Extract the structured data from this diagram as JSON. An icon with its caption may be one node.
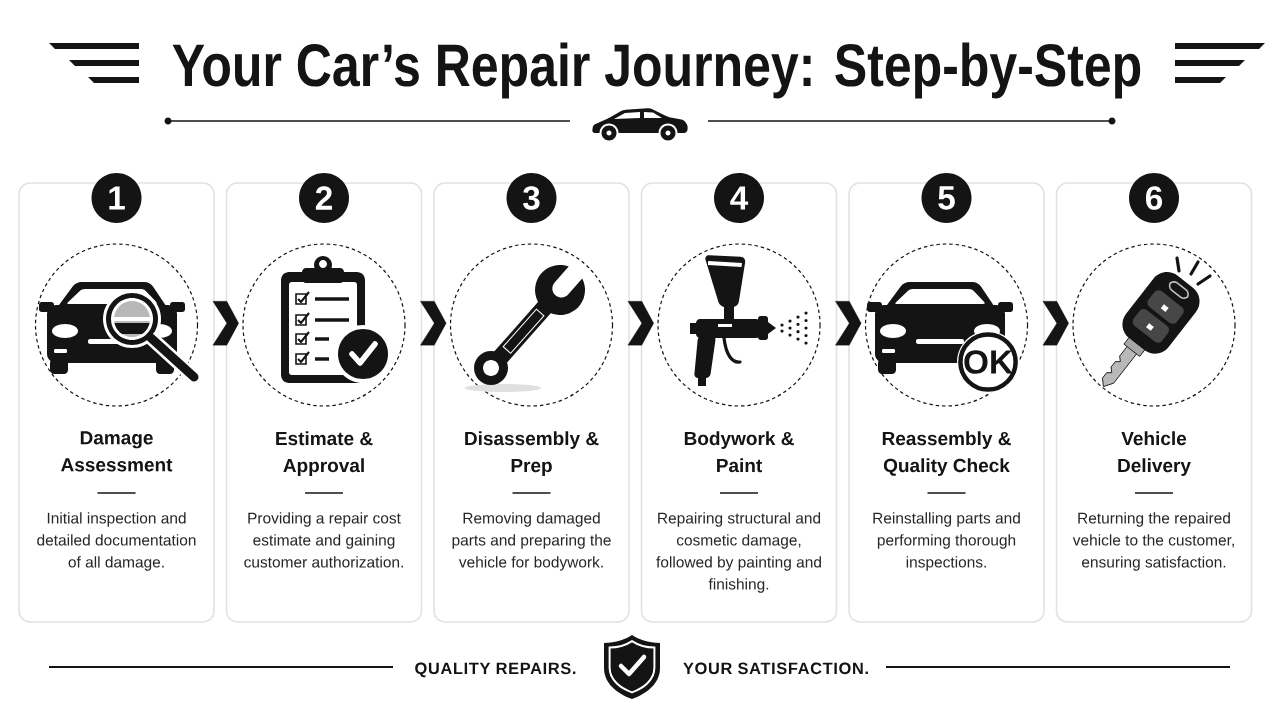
{
  "diagram": {
    "title": "Your Car’s Repair Journey: Step-by-Step",
    "nodes": [
      {
        "text": [
          "1"
        ]
      },
      {
        "text": [
          "Damage Assessment",
          "Initial inspection and detailed documentation of all damage."
        ]
      },
      {
        "text": [
          "2"
        ]
      },
      {
        "text": [
          "Estimate & Approval",
          "Providing a repair cost estimate and gaining customer authorization."
        ]
      },
      {
        "text": [
          "3"
        ]
      },
      {
        "text": [
          "Disassembly & Prep",
          "Removing damaged parts and preparing the vehicle for bodywork."
        ]
      },
      {
        "text": [
          "4"
        ]
      },
      {
        "text": [
          "Bodywork & Paint",
          "Repairing structural and cosmetic damage, followed by painting and finishing."
        ]
      },
      {
        "text": [
          "5"
        ]
      },
      {
        "text": [
          "Reassembly & Quality Check",
          "Reinstalling parts and performing thorough inspections."
        ]
      },
      {
        "text": [
          "OK"
        ],
        "in": 9
      },
      {
        "text": [
          "6"
        ]
      },
      {
        "text": [
          "Vehicle Delivery",
          "Returning the repaired vehicle to the customer, ensuring satisfaction."
        ]
      }
    ],
    "edges": [
      {
        "from": 1,
        "to": 3,
        "arrow": "to"
      },
      {
        "from": 3,
        "to": 5,
        "arrow": "to"
      },
      {
        "from": 5,
        "to": 7,
        "arrow": "to"
      },
      {
        "from": 7,
        "to": 9,
        "arrow": "to"
      },
      {
        "from": 9,
        "to": 12,
        "arrow": "to"
      }
    ],
    "labels": [
      "QUALITY REPAIRS.",
      "YOUR SATISFACTION."
    ]
  }
}
